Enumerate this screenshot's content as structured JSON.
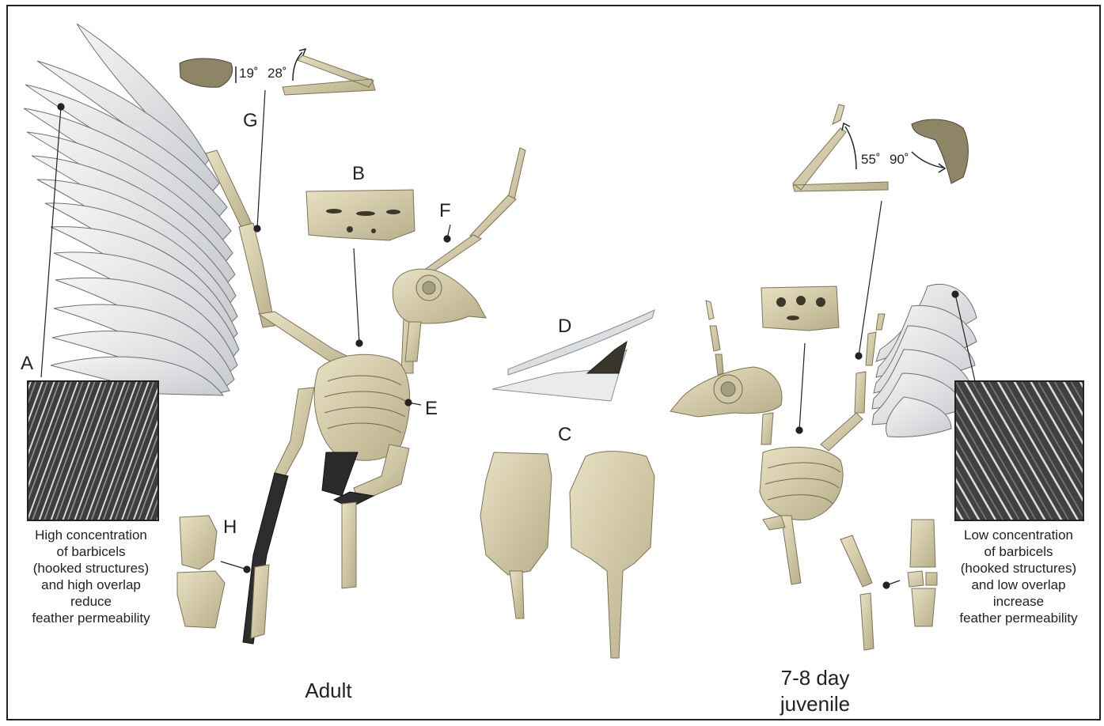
{
  "labels": {
    "A": "A",
    "B": "B",
    "C": "C",
    "D": "D",
    "E": "E",
    "F": "F",
    "G": "G",
    "H": "H"
  },
  "angles": {
    "adult_1": "19˚",
    "adult_2": "28˚",
    "juvenile_1": "55˚",
    "juvenile_2": "90˚"
  },
  "captions": {
    "left": [
      "High concentration",
      "of barbicels",
      "(hooked structures)",
      "and high overlap",
      "reduce",
      "feather permeability"
    ],
    "right": [
      "Low concentration",
      "of barbicels",
      "(hooked structures)",
      "and low overlap",
      "increase",
      "feather permeability"
    ]
  },
  "group_labels": {
    "adult": "Adult",
    "juvenile_line1": "7-8 day",
    "juvenile_line2": "juvenile"
  },
  "colors": {
    "bone": "#d8d0b0",
    "bone_dark": "#8a8268",
    "feather": "#e3e5e7",
    "feather_edge": "#6d6f72",
    "sem": "#4a4a4a"
  }
}
